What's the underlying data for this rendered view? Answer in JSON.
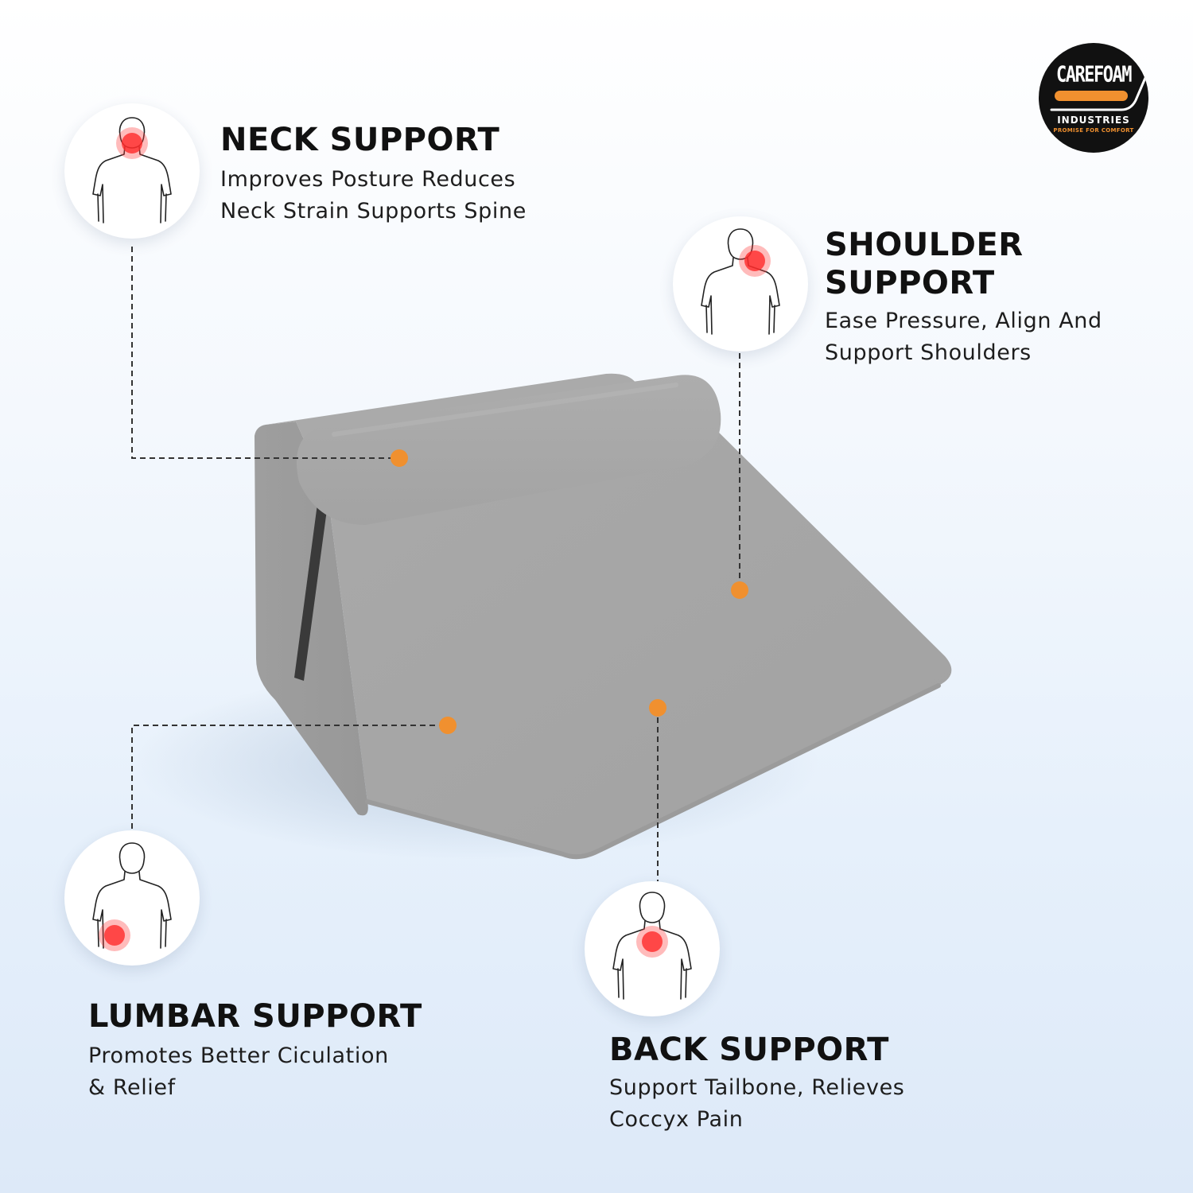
{
  "brand": {
    "name_line1": "CAREFOAM",
    "name_line2": "INDUSTRIES",
    "tagline": "PROMISE FOR COMFORT",
    "colors": {
      "badge": "#111111",
      "accent": "#f0902f"
    }
  },
  "features": {
    "neck": {
      "title": "NECK SUPPORT",
      "lines": [
        "Improves Posture Reduces",
        "Neck Strain Supports Spine"
      ],
      "icon": "neck-pain-figure-icon"
    },
    "shoulder": {
      "title_lines": [
        "SHOULDER",
        "SUPPORT"
      ],
      "lines": [
        "Ease Pressure, Align And",
        "Support Shoulders"
      ],
      "icon": "shoulder-pain-figure-icon"
    },
    "lumbar": {
      "title": "LUMBAR SUPPORT",
      "lines": [
        "Promotes Better Ciculation",
        "& Relief"
      ],
      "icon": "lumbar-pain-figure-icon"
    },
    "back": {
      "title": "BACK SUPPORT",
      "lines": [
        "Support Tailbone, Relieves",
        "Coccyx Pain"
      ],
      "icon": "back-pain-figure-icon"
    }
  },
  "colors": {
    "marker": "#f0902f",
    "pain_spot": "#ff2a2a",
    "foam": "#a6a6a6",
    "strap": "#3a3a3a"
  }
}
